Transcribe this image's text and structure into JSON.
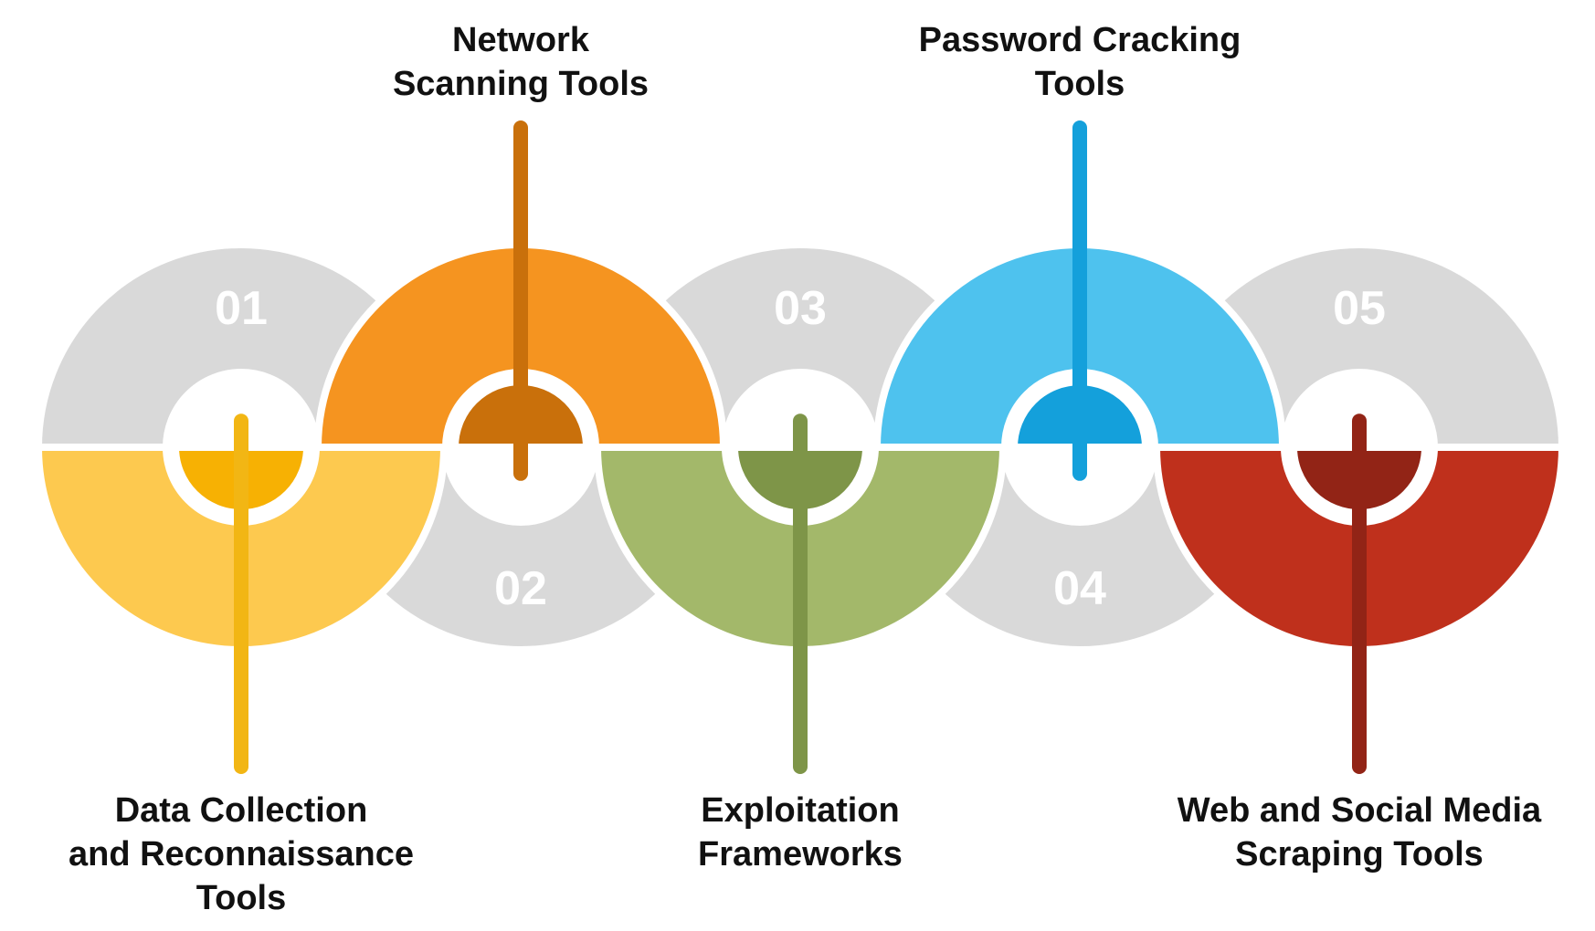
{
  "steps": [
    {
      "number": "01",
      "label_lines": [
        "Data Collection",
        "and Reconnaissance",
        "Tools"
      ],
      "color": "#FDC94F",
      "inner_color": "#F7B103",
      "stem_color": "#F2B614",
      "orientation": "top",
      "label_side": "bottom"
    },
    {
      "number": "02",
      "label_lines": [
        "Network",
        "Scanning Tools"
      ],
      "color": "#F59420",
      "inner_color": "#C9700B",
      "stem_color": "#C9700B",
      "orientation": "bottom",
      "label_side": "top"
    },
    {
      "number": "03",
      "label_lines": [
        "Exploitation",
        "Frameworks"
      ],
      "color": "#A3B86A",
      "inner_color": "#7E9548",
      "stem_color": "#7E9548",
      "orientation": "top",
      "label_side": "bottom"
    },
    {
      "number": "04",
      "label_lines": [
        "Password Cracking",
        "Tools"
      ],
      "color": "#4EC2EE",
      "inner_color": "#14A0DB",
      "stem_color": "#14A0DB",
      "orientation": "bottom",
      "label_side": "top"
    },
    {
      "number": "05",
      "label_lines": [
        "Web and Social Media",
        "Scraping Tools"
      ],
      "color": "#BF301C",
      "inner_color": "#922416",
      "stem_color": "#922416",
      "orientation": "top",
      "label_side": "bottom"
    }
  ],
  "ghost_color": "#D9D9D9"
}
